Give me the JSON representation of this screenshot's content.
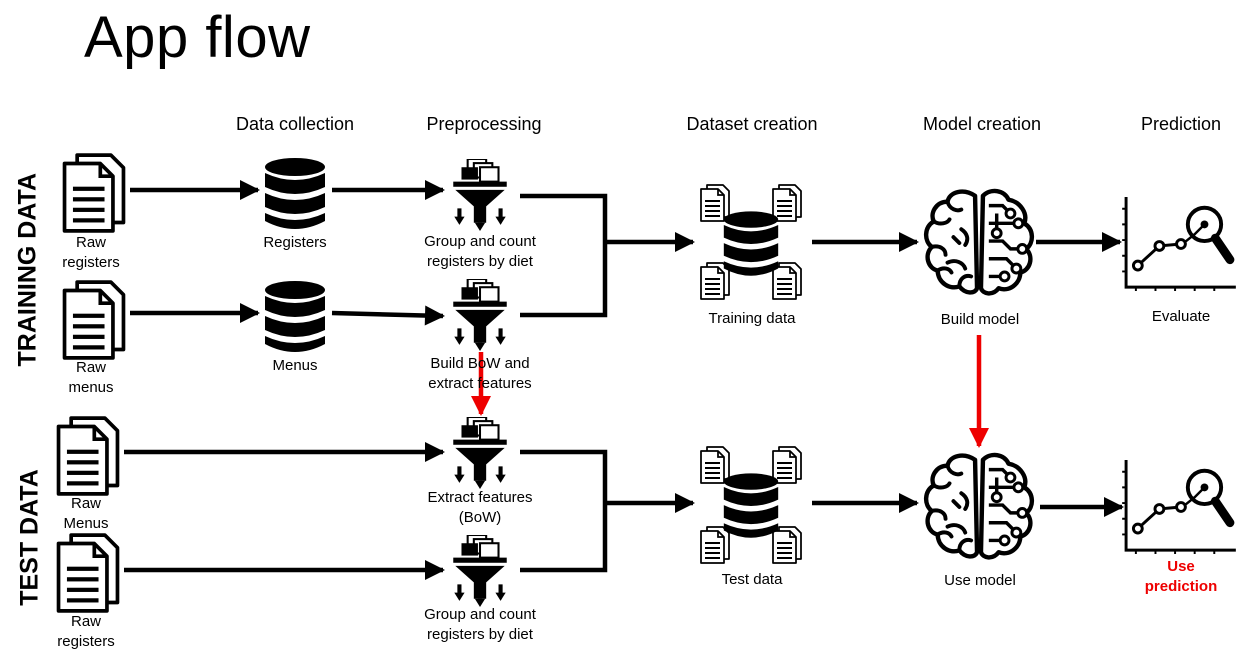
{
  "title": "App flow",
  "stages": {
    "data_collection": "Data collection",
    "preprocessing": "Preprocessing",
    "dataset_creation": "Dataset creation",
    "model_creation": "Model creation",
    "prediction": "Prediction"
  },
  "sections": {
    "training": "TRAINING DATA",
    "test": "TEST DATA"
  },
  "sources": {
    "raw_registers_1": "Raw\nregisters",
    "raw_menus_1": "Raw\nmenus",
    "raw_menus_2": "Raw\nMenus",
    "raw_registers_2": "Raw\nregisters"
  },
  "collection": {
    "registers": "Registers",
    "menus": "Menus"
  },
  "preprocess": {
    "group_count_train": "Group and count\nregisters by diet",
    "bow_train": "Build BoW and\nextract features",
    "extract_test": "Extract features\n(BoW)",
    "group_count_test": "Group and count\nregisters by diet"
  },
  "datasets": {
    "training": "Training data",
    "test": "Test data"
  },
  "models": {
    "build": "Build model",
    "use": "Use model"
  },
  "predictions": {
    "evaluate": "Evaluate",
    "use": "Use\nprediction"
  },
  "colors": {
    "arrow": "#000000",
    "highlight": "#ee0000"
  }
}
